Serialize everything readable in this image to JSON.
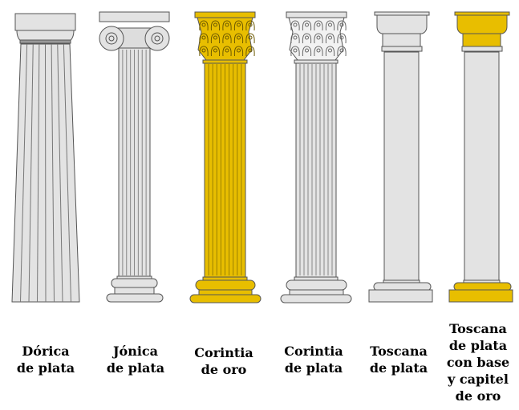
{
  "title": "Órdenes de columnas",
  "colors": {
    "silver": "#e3e3e3",
    "gold": "#e8be00",
    "outline": "#555555"
  },
  "columns": [
    {
      "order": "dorica",
      "material": "silver",
      "label": [
        "Dórica",
        "de plata"
      ]
    },
    {
      "order": "jonica",
      "material": "silver",
      "label": [
        "Jónica",
        "de plata"
      ]
    },
    {
      "order": "corintia",
      "material": "gold",
      "label": [
        "Corintia",
        "de oro"
      ]
    },
    {
      "order": "corintia",
      "material": "silver",
      "label": [
        "Corintia",
        "de plata"
      ]
    },
    {
      "order": "toscana",
      "material": "silver",
      "label": [
        "Toscana",
        "de plata"
      ]
    },
    {
      "order": "toscana",
      "material": "silver-gold",
      "label": [
        "Toscana",
        "de plata",
        "con base",
        "y capitel",
        "de oro"
      ]
    }
  ]
}
